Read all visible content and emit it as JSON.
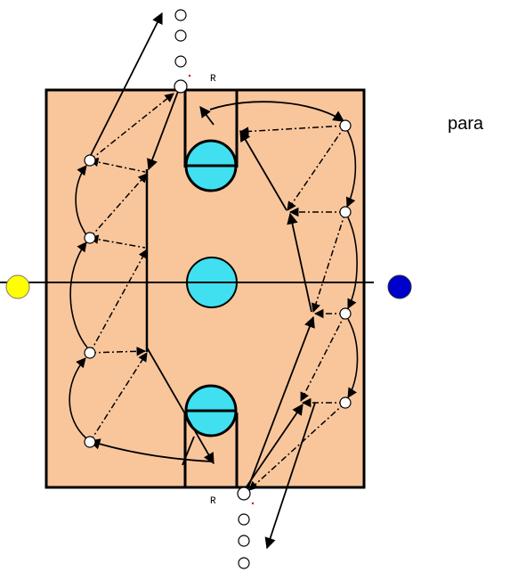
{
  "side_word": "para",
  "label_top": "R",
  "label_bottom": "R",
  "colors": {
    "court": "#f9c69c",
    "line": "#000000",
    "pool": "#40e0f0",
    "left_marker": "#ffff00",
    "right_marker": "#0000cc",
    "player": "#ffffff"
  },
  "icons": {
    "left_marker": "yellow-circle",
    "right_marker": "blue-circle",
    "player": "hollow-circle"
  }
}
